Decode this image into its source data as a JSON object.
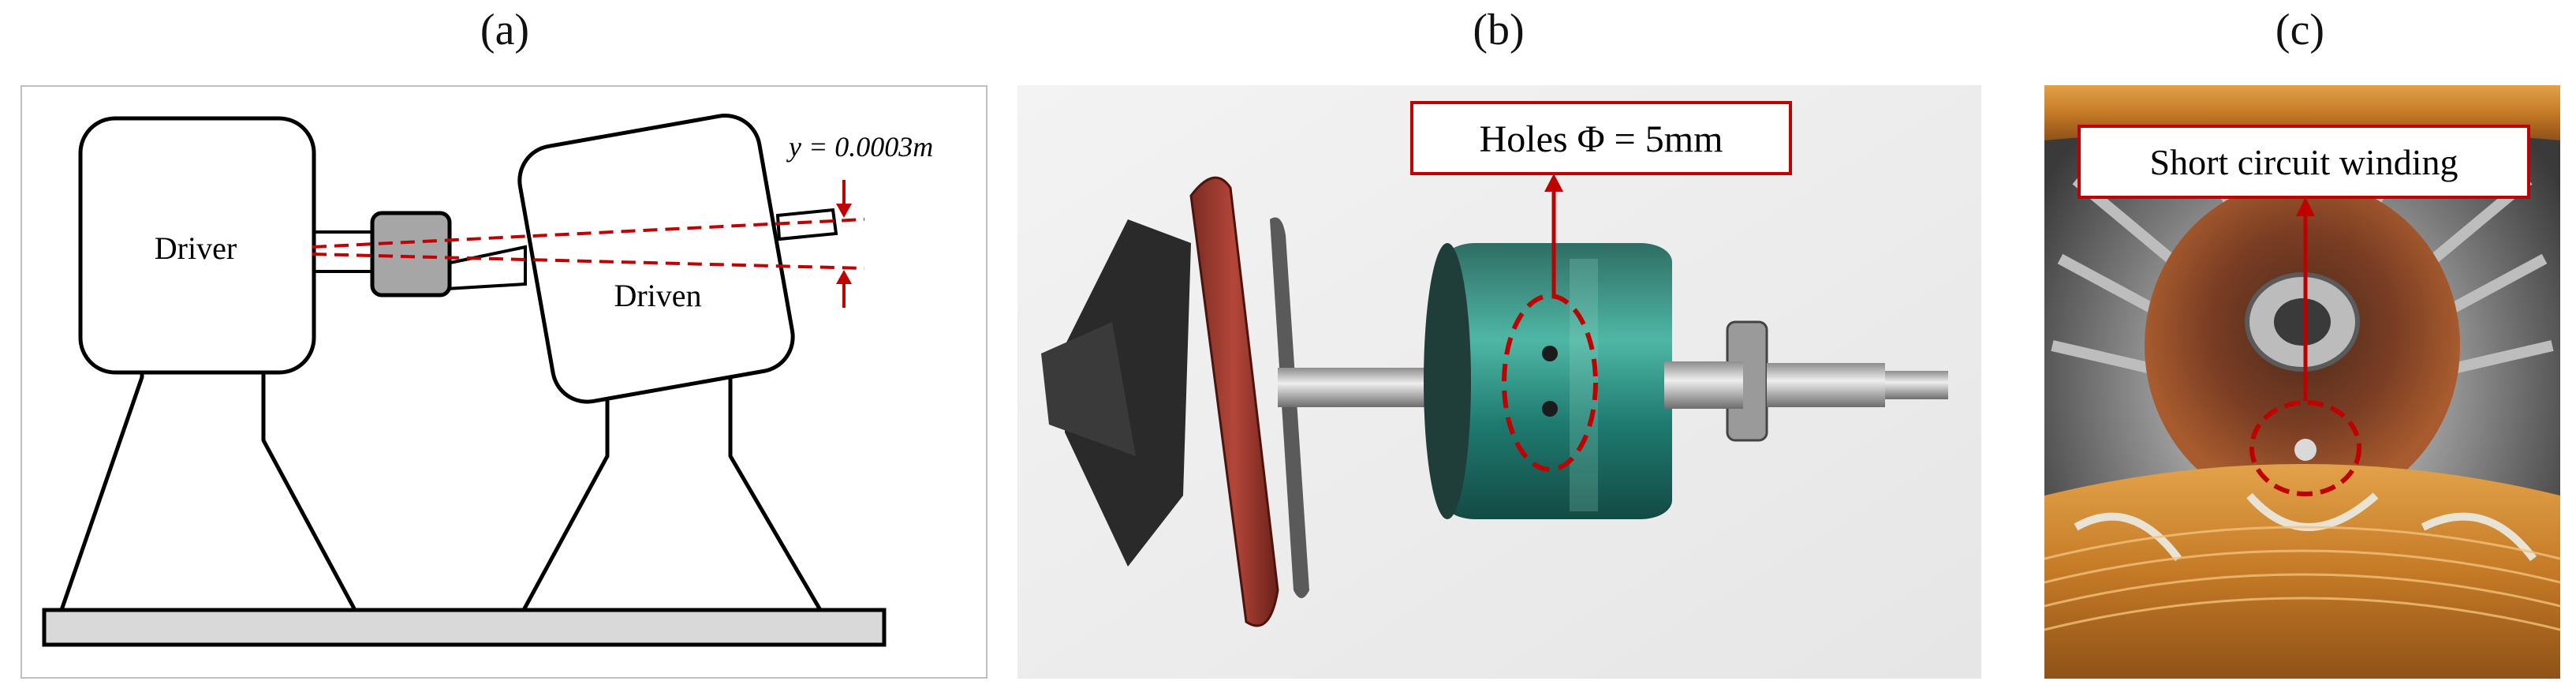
{
  "panels": [
    {
      "label": "(a)",
      "diagram": {
        "driver_label": "Driver",
        "driven_label": "Driven",
        "offset_label": "y = 0.0003m"
      }
    },
    {
      "label": "(b)",
      "callout": "Holes Φ = 5mm"
    },
    {
      "label": "(c)",
      "callout": "Short circuit winding"
    }
  ],
  "colors": {
    "annotation_red": "#c00000",
    "coupling_gray": "#a6a6a6",
    "base_gray": "#d9d9d9",
    "outline": "#000000"
  }
}
